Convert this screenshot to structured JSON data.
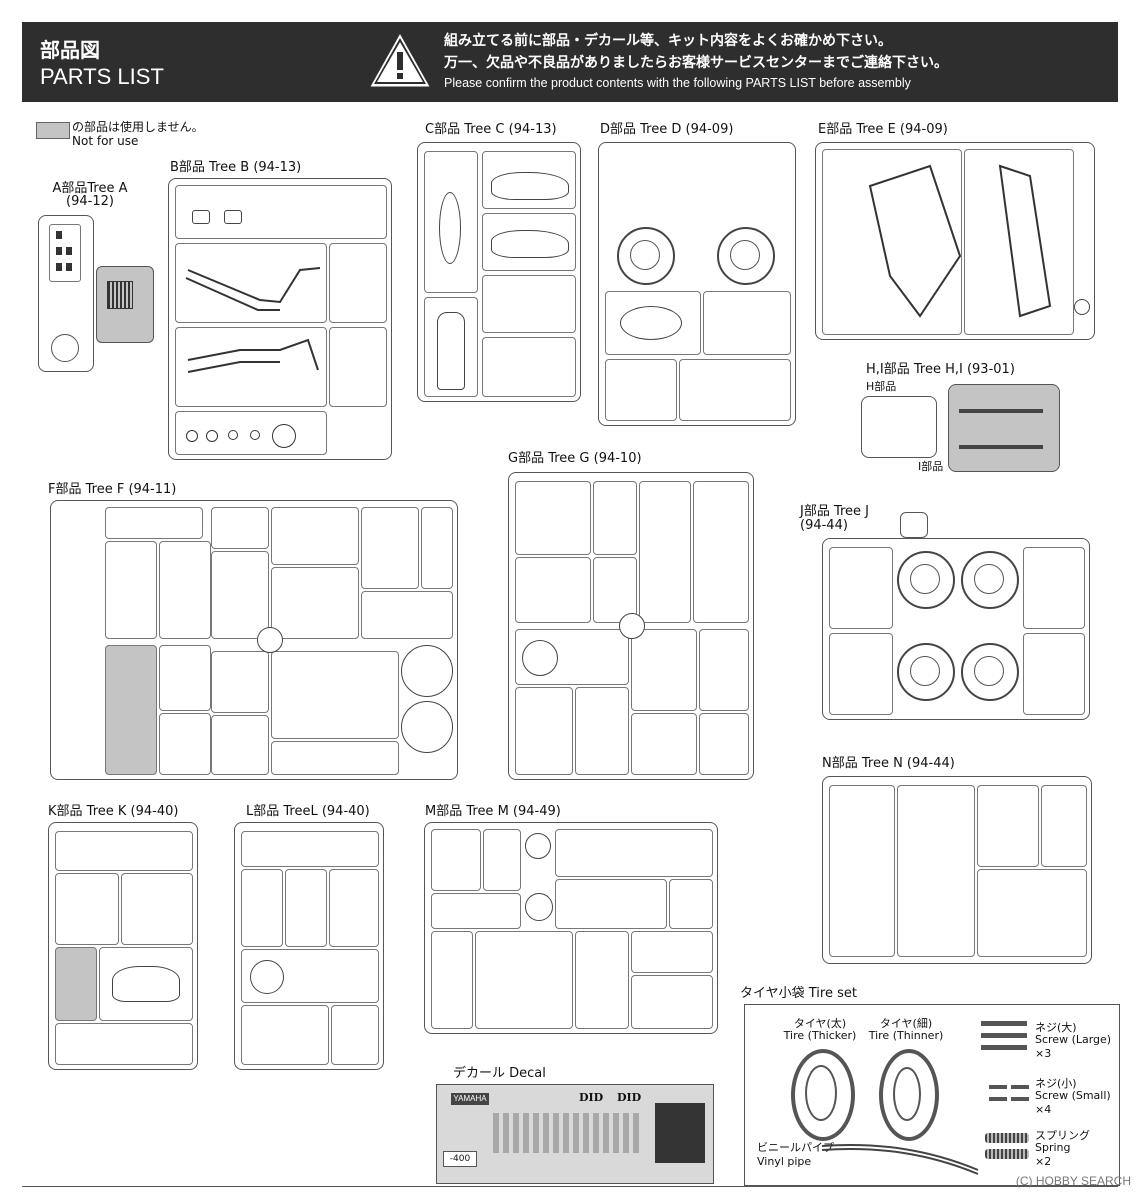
{
  "header": {
    "title_jp": "部品図",
    "title_en": "PARTS LIST",
    "warning_jp_1": "組み立てる前に部品・デカール等、キット内容をよくお確かめ下さい。",
    "warning_jp_2": "万一、欠品や不良品がありましたらお客様サービスセンターまでご連絡下さい。",
    "warning_en": "Please confirm the product contents with the following PARTS LIST before assembly"
  },
  "legend": {
    "jp": "の部品は使用しません。",
    "en": "Not for use"
  },
  "trees": {
    "a": {
      "label": "A部品Tree A",
      "code": "(94-12)"
    },
    "b": {
      "label": "B部品 Tree B (94-13)"
    },
    "c": {
      "label": "C部品 Tree C (94-13)"
    },
    "d": {
      "label": "D部品 Tree D (94-09)"
    },
    "e": {
      "label": "E部品 Tree E (94-09)"
    },
    "f": {
      "label": "F部品 Tree F (94-11)"
    },
    "g": {
      "label": "G部品 Tree G (94-10)"
    },
    "hi": {
      "label": "H,I部品 Tree H,I (93-01)",
      "h": "H部品",
      "i": "I部品"
    },
    "j": {
      "label": "J部品 Tree J",
      "code": "(94-44)"
    },
    "k": {
      "label": "K部品 Tree K (94-40)"
    },
    "l": {
      "label": "L部品 TreeL (94-40)"
    },
    "m": {
      "label": "M部品 Tree M (94-49)"
    },
    "n": {
      "label": "N部品 Tree N (94-44)"
    }
  },
  "decal": {
    "label": "デカール Decal",
    "brand": "YAMAHA",
    "did": "DID",
    "code": "-400"
  },
  "tire_set": {
    "label": "タイヤ小袋 Tire set",
    "thick_jp": "タイヤ(太)",
    "thick_en": "Tire (Thicker)",
    "thin_jp": "タイヤ(細)",
    "thin_en": "Tire (Thinner)",
    "screw_l_jp": "ネジ(大)",
    "screw_l_en": "Screw (Large)",
    "screw_l_qty": "×3",
    "screw_s_jp": "ネジ(小)",
    "screw_s_en": "Screw (Small)",
    "screw_s_qty": "×4",
    "spring_jp": "スプリング",
    "spring_en": "Spring",
    "spring_qty": "×2",
    "vinyl_jp": "ビニールパイプ",
    "vinyl_en": "Vinyl pipe"
  },
  "watermark": "(C) HOBBY SEARCH"
}
